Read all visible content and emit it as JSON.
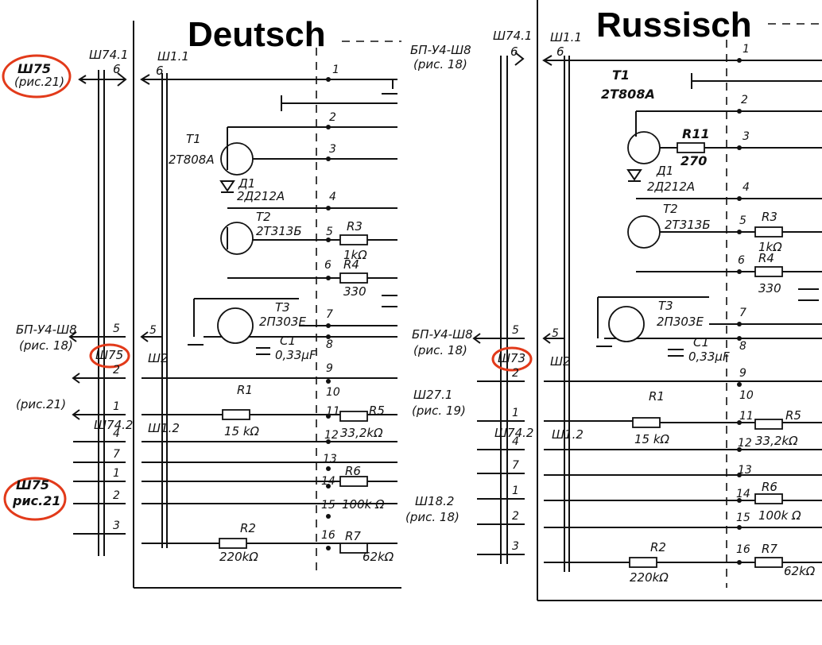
{
  "titles": {
    "left": "Deutsch",
    "right": "Russisch"
  },
  "left": {
    "conn_top_ext": "Ш74.1",
    "conn_top_pin": "6",
    "conn_main": "Ш1.1",
    "conn_main_pin": "6",
    "ref_w75": "Ш75",
    "ref_w75_sub": "(рис.21)",
    "bp_label": "БП-У4-Ш8",
    "bp_sub": "(рис. 18)",
    "w75_mid": "Ш75",
    "w2": "Ш2",
    "w12": "Ш1.2",
    "w742": "Ш74.2",
    "ric21": "(рис.21)",
    "ref_w75b": "Ш75",
    "ref_w75b_sub": "рис.21",
    "t1": "T1",
    "t1_type": "2T808A",
    "d1": "Д1",
    "d1_type": "2Д212А",
    "t2": "T2",
    "t2_type": "2T313Б",
    "r3": "R3",
    "r3_val": "1kΩ",
    "r4": "R4",
    "r4_val": "330",
    "t3": "T3",
    "t3_type": "2П303Е",
    "c1": "C1",
    "c1_val": "0,33μF",
    "r1": "R1",
    "r1_val": "15 kΩ",
    "r5": "R5",
    "r5_val": "33,2kΩ",
    "r6": "R6",
    "r6_val": "100k Ω",
    "r2": "R2",
    "r2_val": "220kΩ",
    "r7": "R7",
    "r7_val": "62kΩ",
    "pins": [
      "1",
      "2",
      "3",
      "4",
      "5",
      "6",
      "7",
      "8",
      "9",
      "10",
      "11",
      "12",
      "13",
      "14",
      "15",
      "16"
    ],
    "conn_pins": [
      "5",
      "2",
      "1",
      "4",
      "7",
      "1",
      "2",
      "3"
    ]
  },
  "right": {
    "conn_top_ext": "Ш74.1",
    "conn_top_pin": "6",
    "bp_top": "БП-У4-Ш8",
    "bp_top_sub": "(рис. 18)",
    "conn_main": "Ш1.1",
    "conn_main_pin": "6",
    "bp_label": "БП-У4-Ш8",
    "bp_sub": "(рис. 18)",
    "w73": "Ш73",
    "w2": "Ш2",
    "w12": "Ш1.2",
    "w742": "Ш74.2",
    "w271": "Ш27.1",
    "w271_sub": "(рис. 19)",
    "w182": "Ш18.2",
    "w182_sub": "(рис. 18)",
    "t1": "T1",
    "t1_type": "2T808A",
    "r11": "R11",
    "r11_val": "270",
    "d1": "Д1",
    "d1_type": "2Д212А",
    "t2": "T2",
    "t2_type": "2T313Б",
    "r3": "R3",
    "r3_val": "1kΩ",
    "r4": "R4",
    "r4_val": "330",
    "t3": "T3",
    "t3_type": "2П303Е",
    "c1": "C1",
    "c1_val": "0,33μF",
    "r1": "R1",
    "r1_val": "15 kΩ",
    "r5": "R5",
    "r5_val": "33,2kΩ",
    "r6": "R6",
    "r6_val": "100k Ω",
    "r2": "R2",
    "r2_val": "220kΩ",
    "r7": "R7",
    "r7_val": "62kΩ",
    "pins": [
      "1",
      "2",
      "3",
      "4",
      "5",
      "6",
      "7",
      "8",
      "9",
      "10",
      "11",
      "12",
      "13",
      "14",
      "15",
      "16"
    ],
    "conn_pins": [
      "5",
      "2",
      "1",
      "4",
      "7",
      "1",
      "2",
      "3"
    ]
  },
  "colors": {
    "highlight": "#e23a1a",
    "ink": "#111111"
  }
}
